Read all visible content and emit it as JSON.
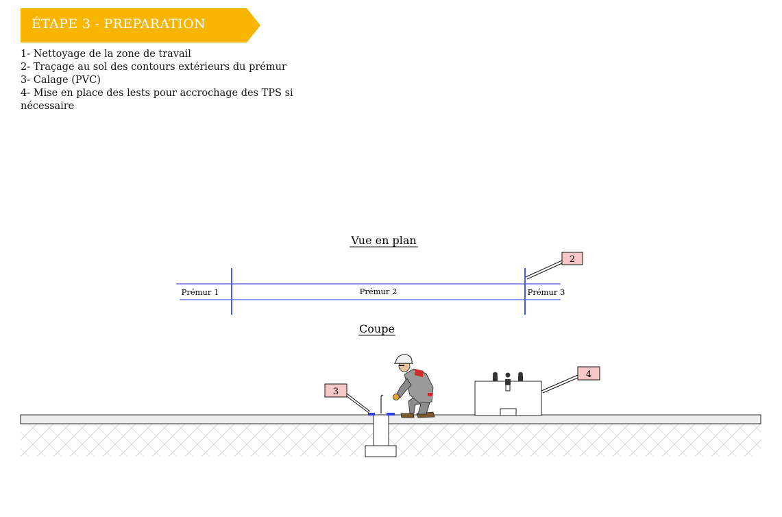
{
  "banner": {
    "title": "ÉTAPE 3 - PREPARATION",
    "color": "#F7B500"
  },
  "steps": [
    "1- Nettoyage de la zone de travail",
    "2- Traçage au sol des contours extérieurs du prémur",
    "3- Calage (PVC)",
    "4- Mise en place des lests pour accrochage des TPS si nécessaire"
  ],
  "plan_view": {
    "title": "Vue en plan",
    "labels": [
      "Prémur 1",
      "Prémur 2",
      "Prémur 3"
    ],
    "line_color": "#4A5AE8"
  },
  "section_view": {
    "title": "Coupe"
  },
  "callouts": {
    "plan_marker": "2",
    "shim_marker": "3",
    "ballast_marker": "4",
    "fill_color": "#F7C6C6"
  }
}
